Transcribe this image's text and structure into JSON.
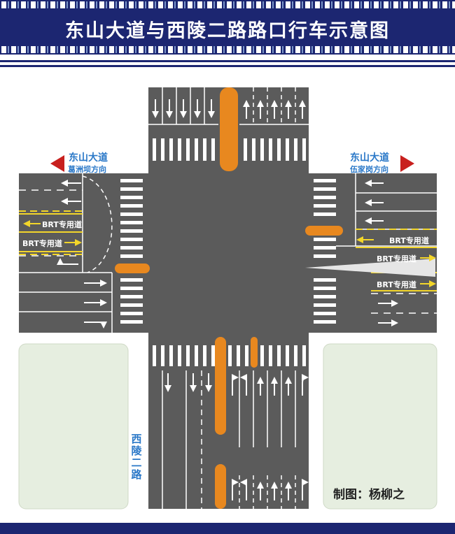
{
  "title": "东山大道与西陵二路路口行车示意图",
  "roads": {
    "west_name": "东山大道",
    "west_direction": "葛洲坝方向",
    "east_name": "东山大道",
    "east_direction": "伍家岗方向",
    "south_name": "西陵二路"
  },
  "brt_label": "BRT专用道",
  "credit": "制图：杨柳之",
  "colors": {
    "banner": "#1c2671",
    "road": "#5b5b5b",
    "median": "#e8881f",
    "brt_line": "#f3d62a",
    "green_area": "#e6eee0",
    "direction_arrow": "#c8201e",
    "label_blue": "#2a78c8"
  }
}
